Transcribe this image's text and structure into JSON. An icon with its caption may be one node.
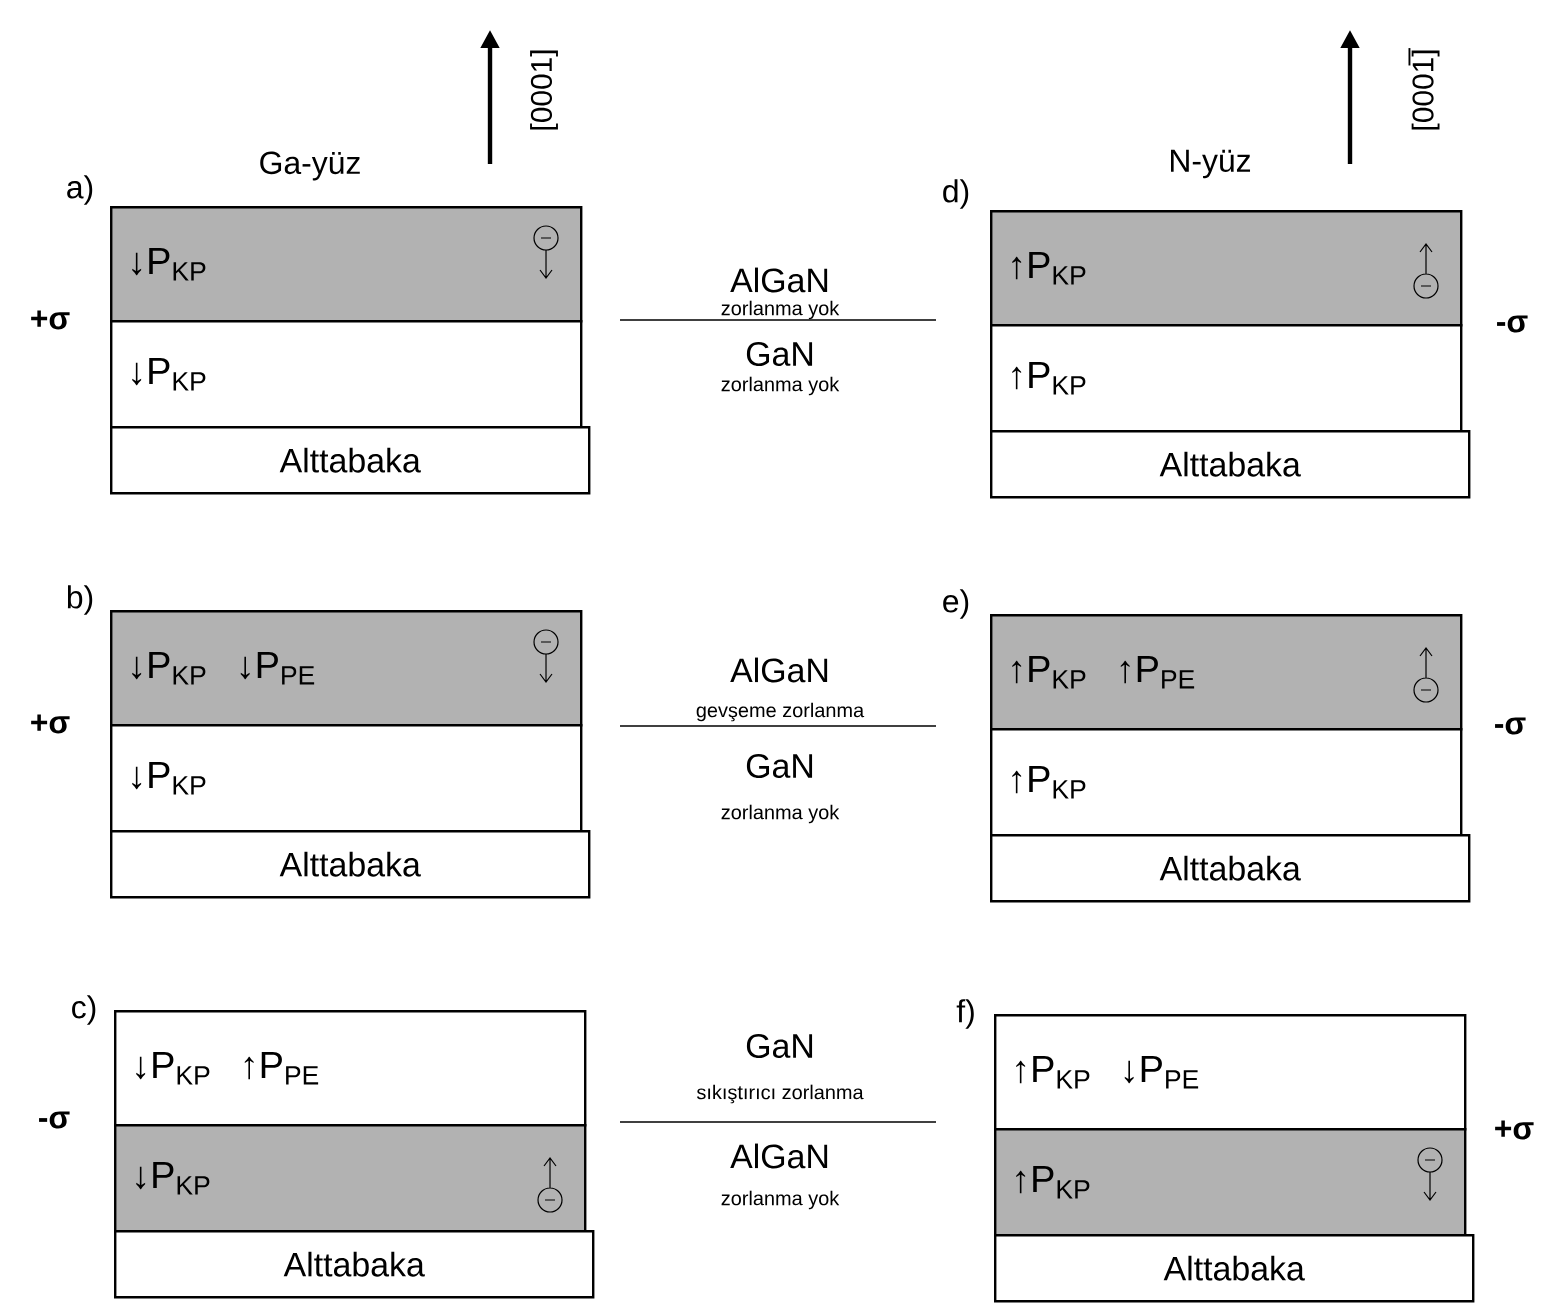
{
  "diagram": {
    "nodes": [
      {
        "text": [
          "**↓**P$_{KP}$"
        ]
      },
      {
        "text": [
          "**↓**P$_{KP}$"
        ]
      },
      {
        "text": [
          "Alttabaka"
        ]
      },
      {
        "text": [
          "**↑**P$_{KP}$"
        ]
      },
      {
        "text": [
          "**↑**P$_{KP}$"
        ]
      },
      {
        "text": [
          "Alttabaka"
        ]
      },
      {
        "text": [
          "**↓**P$_{KP}$",
          "**↓**P$_{PE}$"
        ]
      },
      {
        "text": [
          "**↓**P$_{KP}$"
        ]
      },
      {
        "text": [
          "Alttabaka"
        ]
      },
      {
        "text": [
          "**↑**P$_{KP}$",
          "**↑**P$_{PE}$"
        ]
      },
      {
        "text": [
          "**↑**P$_{KP}$"
        ]
      },
      {
        "text": [
          "Alttabaka"
        ]
      },
      {
        "text": [
          "**↓**P$_{KP}$",
          "**↑**P$_{PE}$"
        ]
      },
      {
        "text": [
          "**↓**P$_{KP}$"
        ]
      },
      {
        "text": [
          "Alttabaka"
        ]
      },
      {
        "text": [
          "**↑**P$_{KP}$",
          "**↓**P$_{PE}$"
        ]
      },
      {
        "text": [
          "**↑**P$_{KP}$"
        ]
      },
      {
        "text": [
          "Alttabaka"
        ]
      }
    ],
    "labels": [
      "a)",
      "Ga-yüz",
      "[0001]",
      "N-yüz",
      "[0001̅]",
      "d)",
      "+σ",
      "AlGaN",
      "zorlanma yok",
      "GaN",
      "zorlanma yok",
      "-σ",
      "b)",
      "e)",
      "+σ",
      "AlGaN",
      "gevşeme zorlanma",
      "GaN",
      "zorlanma yok",
      "-σ",
      "c)",
      "f)",
      "-σ",
      "GaN",
      "sıkıştırıcı zorlanma",
      "AlGaN",
      "zorlanma yok",
      "+σ"
    ]
  }
}
